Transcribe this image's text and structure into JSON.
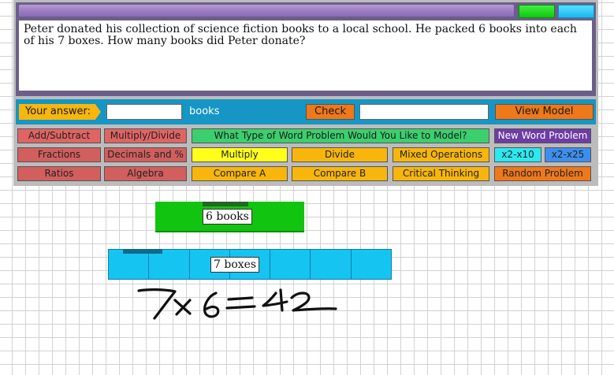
{
  "problem": {
    "text": "Peter donated his collection of science fiction books to a local school. He packed 6 books into each of his 7 boxes. How many books did Peter donate?"
  },
  "answer": {
    "label": "Your answer:",
    "value": "",
    "unit": "books",
    "check_label": "Check",
    "feedback": "",
    "view_model_label": "View Model"
  },
  "menu": {
    "add_subtract": "Add/Subtract",
    "multiply_divide": "Multiply/Divide",
    "prompt": "What Type of Word Problem Would You Like to Model?",
    "new_problem": "New Word Problem",
    "fractions": "Fractions",
    "decimals_percent": "Decimals and %",
    "multiply": "Multiply",
    "divide": "Divide",
    "mixed_operations": "Mixed Operations",
    "x2_x10": "x2-x10",
    "x2_x25": "x2-x25",
    "ratios": "Ratios",
    "algebra": "Algebra",
    "compare_a": "Compare A",
    "compare_b": "Compare B",
    "critical_thinking": "Critical Thinking",
    "random_problem": "Random Problem"
  },
  "model": {
    "group_label": "6 books",
    "count_label": "7 boxes",
    "box_count": 7,
    "handwriting": "7x6=42"
  },
  "colors": {
    "title_bar": "#9a7bc0",
    "answer_row": "#1596c4",
    "green_bar": "#11c40f",
    "blue_bar": "#16c4f2",
    "orange_button": "#ef7818"
  }
}
